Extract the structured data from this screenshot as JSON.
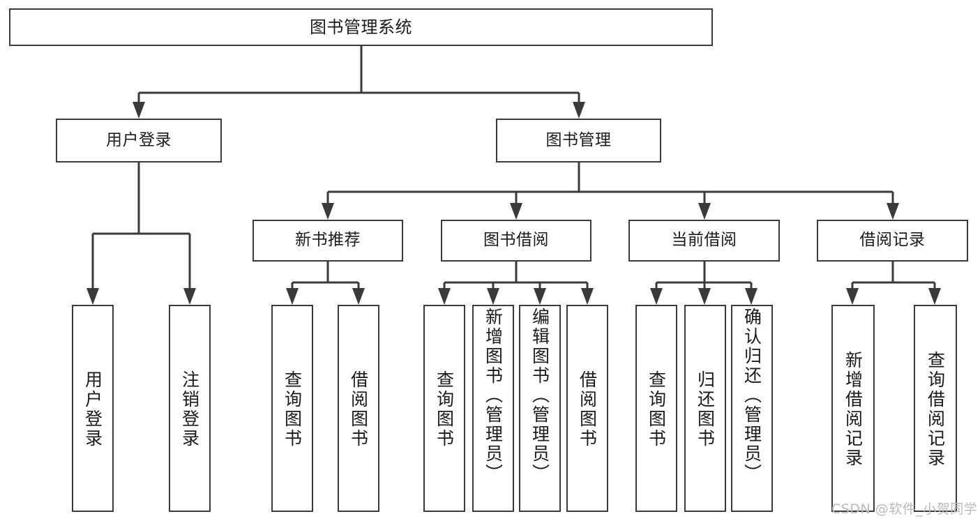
{
  "diagram": {
    "title": "图书管理系统",
    "type": "tree-structure-chart",
    "watermark": "CSDN @软件_小贺同学",
    "colors": {
      "border": "#3a3a3a",
      "background": "#ffffff",
      "text": "#1a1a1a",
      "watermark": "#b9b9b9"
    },
    "levels": {
      "root": "图书管理系统",
      "level2": [
        "用户登录",
        "图书管理"
      ],
      "level3": [
        "新书推荐",
        "图书借阅",
        "当前借阅",
        "借阅记录"
      ]
    },
    "nodes": {
      "root": {
        "label": "图书管理系统"
      },
      "user_login": {
        "label": "用户登录"
      },
      "book_manage": {
        "label": "图书管理"
      },
      "new_book_rec": {
        "label": "新书推荐"
      },
      "book_borrow": {
        "label": "图书借阅"
      },
      "current_borrow": {
        "label": "当前借阅"
      },
      "borrow_record": {
        "label": "借阅记录"
      },
      "leaf_user_login": {
        "label": "用户登录"
      },
      "leaf_logout_login": {
        "label": "注销登录"
      },
      "leaf_query_book_1": {
        "label": "查询图书"
      },
      "leaf_borrow_book_1": {
        "label": "借阅图书"
      },
      "leaf_query_book_2": {
        "label": "查询图书"
      },
      "leaf_add_book_admin": {
        "label": "新增图书（管理员）"
      },
      "leaf_edit_book_admin": {
        "label": "编辑图书（管理员）"
      },
      "leaf_borrow_book_2": {
        "label": "借阅图书"
      },
      "leaf_query_book_3": {
        "label": "查询图书"
      },
      "leaf_return_book": {
        "label": "归还图书"
      },
      "leaf_confirm_return_admin": {
        "label": "确认归还（管理员）"
      },
      "leaf_add_borrow_record": {
        "label": "新增借阅记录"
      },
      "leaf_query_borrow_record": {
        "label": "查询借阅记录"
      }
    }
  }
}
